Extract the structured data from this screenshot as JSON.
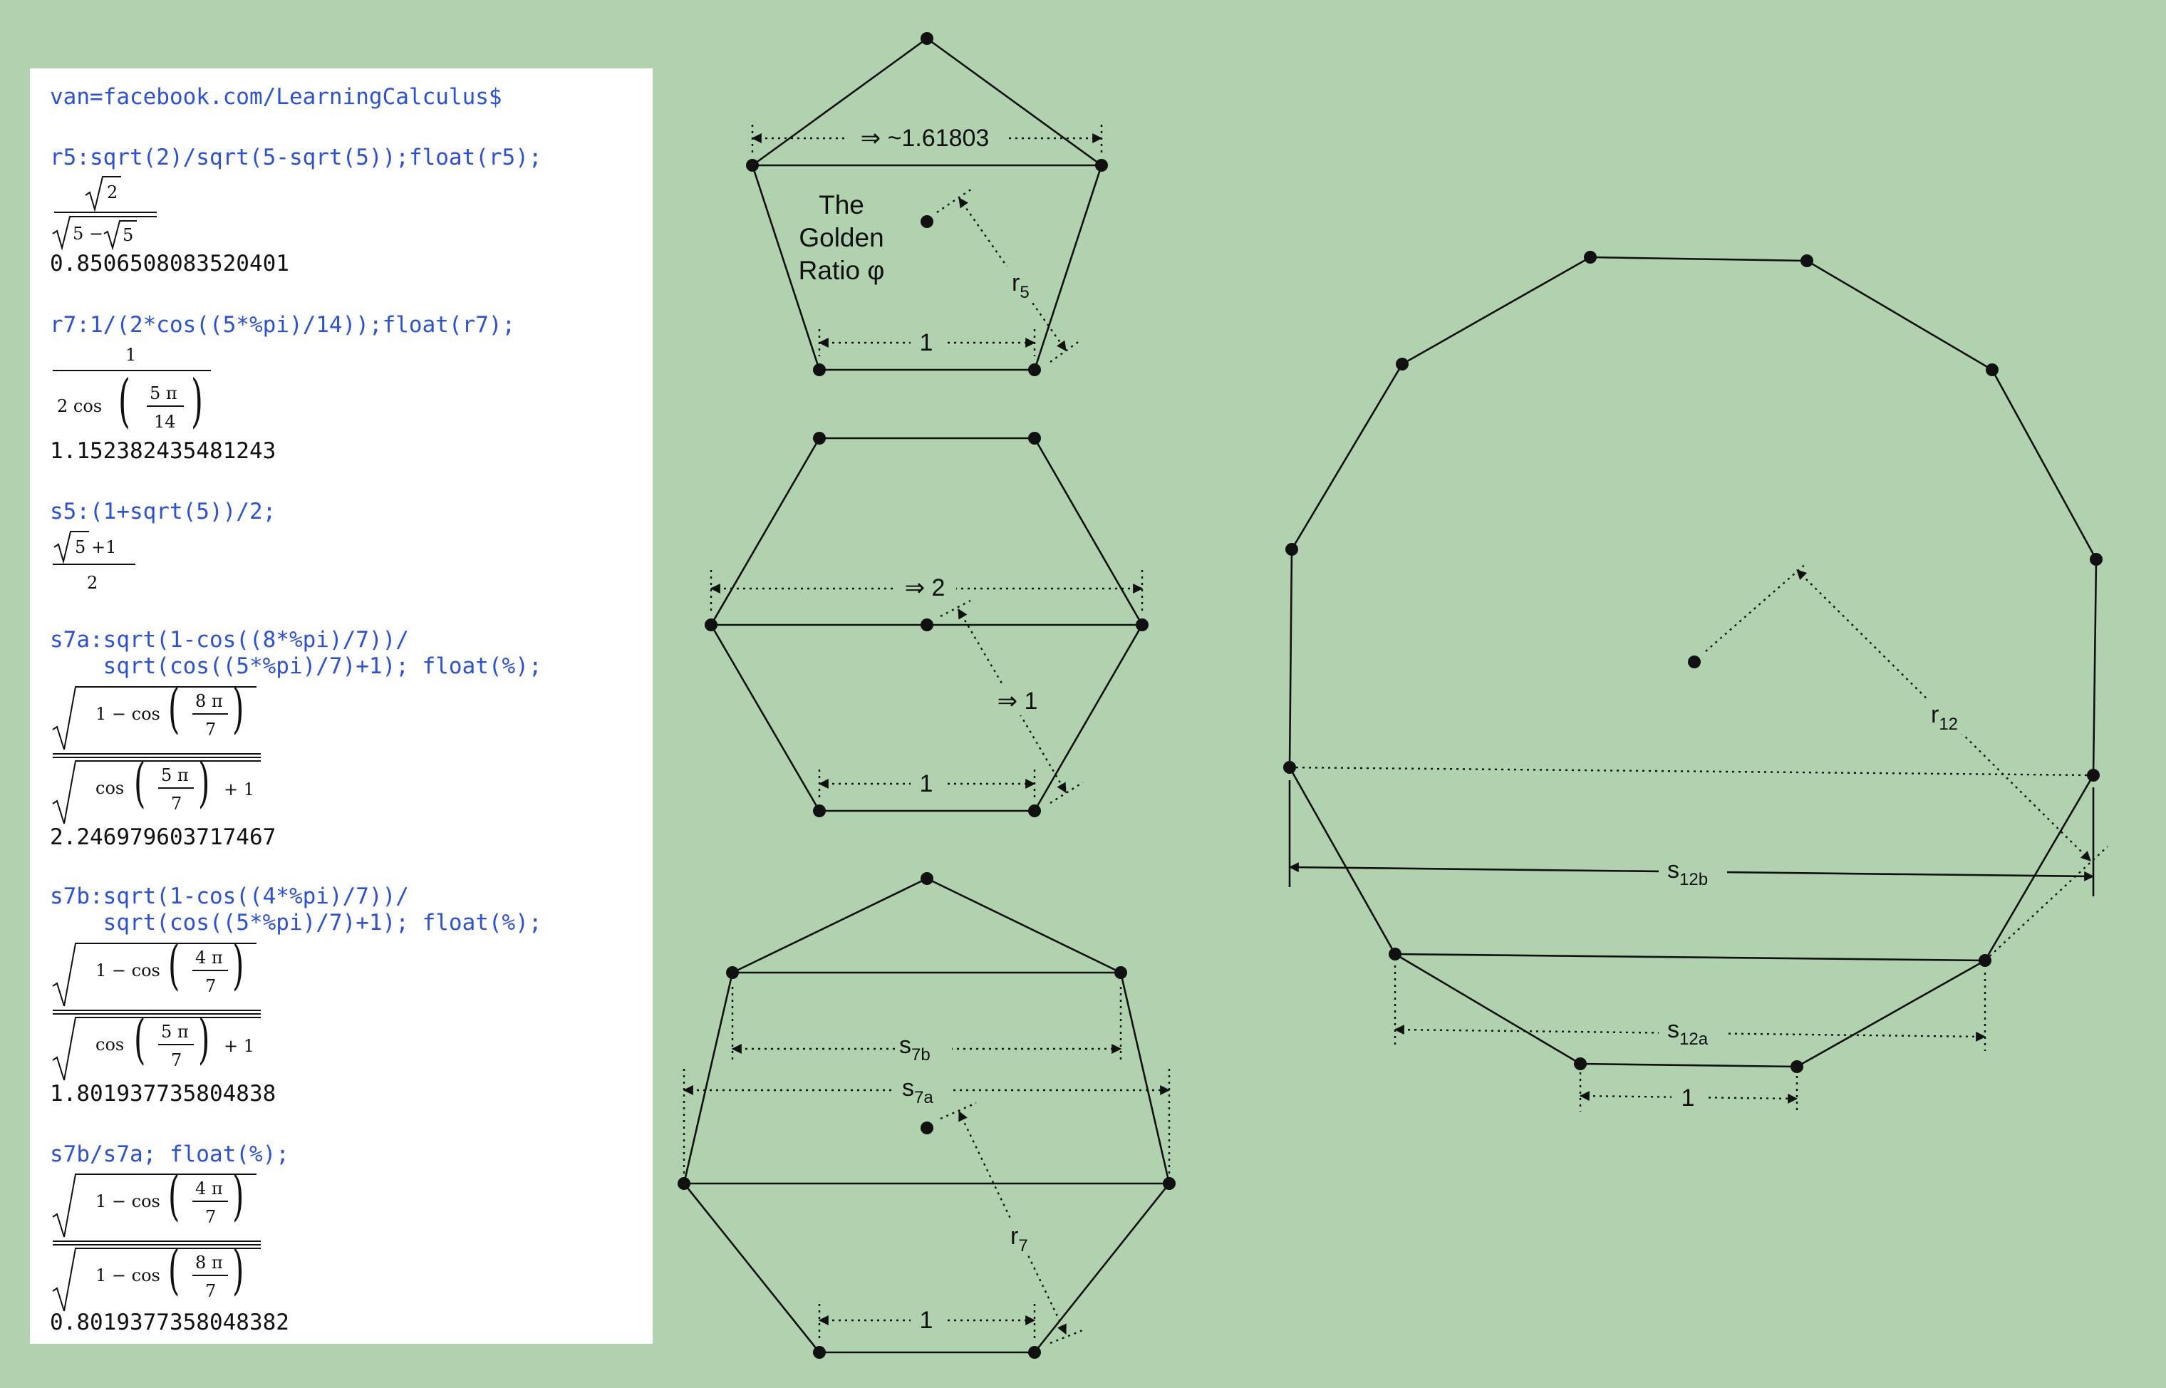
{
  "session": {
    "van_input": "van=facebook.com/LearningCalculus$",
    "r5": {
      "input": "r5:sqrt(2)/sqrt(5-sqrt(5));float(r5);",
      "numerator": "2",
      "denominator_a": "5",
      "denominator_op": "−",
      "denominator_b": "5",
      "result": "0.8506508083520401"
    },
    "r7": {
      "input": "r7:1/(2*cos((5*%pi)/14));float(r7);",
      "numerator": "1",
      "coef": "2 cos",
      "frac_num": "5 π",
      "frac_den": "14",
      "result": "1.152382435481243"
    },
    "s5": {
      "input": "s5:(1+sqrt(5))/2;",
      "radicand": "5",
      "plus_one": "+1",
      "denominator": "2"
    },
    "s7a": {
      "input_line1": "s7a:sqrt(1-cos((8*%pi)/7))/",
      "input_line2": "    sqrt(cos((5*%pi)/7)+1); float(%);",
      "top_prefix": "1 − cos",
      "top_num": "8 π",
      "top_den": "7",
      "bot_prefix": "cos",
      "bot_num": "5 π",
      "bot_den": "7",
      "bot_suffix": "+ 1",
      "result": "2.246979603717467"
    },
    "s7b": {
      "input_line1": "s7b:sqrt(1-cos((4*%pi)/7))/",
      "input_line2": "    sqrt(cos((5*%pi)/7)+1); float(%);",
      "top_prefix": "1 − cos",
      "top_num": "4 π",
      "top_den": "7",
      "bot_prefix": "cos",
      "bot_num": "5 π",
      "bot_den": "7",
      "bot_suffix": "+ 1",
      "result": "1.801937735804838"
    },
    "ratio": {
      "input": "s7b/s7a; float(%);",
      "top_prefix": "1 − cos",
      "top_num": "4 π",
      "top_den": "7",
      "bot_prefix": "1 − cos",
      "bot_num": "8 π",
      "bot_den": "7",
      "result": "0.8019377358048382"
    }
  },
  "diagram": {
    "pentagon": {
      "diagonal_label": "⇒ ~1.61803",
      "title_lines": [
        "The",
        "Golden",
        "Ratio φ"
      ],
      "radius_label": "r",
      "radius_sub": "5",
      "side_label": "1"
    },
    "hexagon": {
      "diagonal_label": "⇒ 2",
      "radius_label": "⇒ 1",
      "side_label": "1"
    },
    "heptagon": {
      "short_diag_label": "s",
      "short_diag_sub": "7b",
      "long_diag_label": "s",
      "long_diag_sub": "7a",
      "radius_label": "r",
      "radius_sub": "7",
      "side_label": "1"
    },
    "dodecagon": {
      "radius_label": "r",
      "radius_sub": "12",
      "long_diag_label": "s",
      "long_diag_sub": "12b",
      "short_diag_label": "s",
      "short_diag_sub": "12a",
      "side_label": "1"
    }
  },
  "colors": {
    "background": "#b1d2ae",
    "input_text": "#2a50e0",
    "output_text": "#111111"
  }
}
